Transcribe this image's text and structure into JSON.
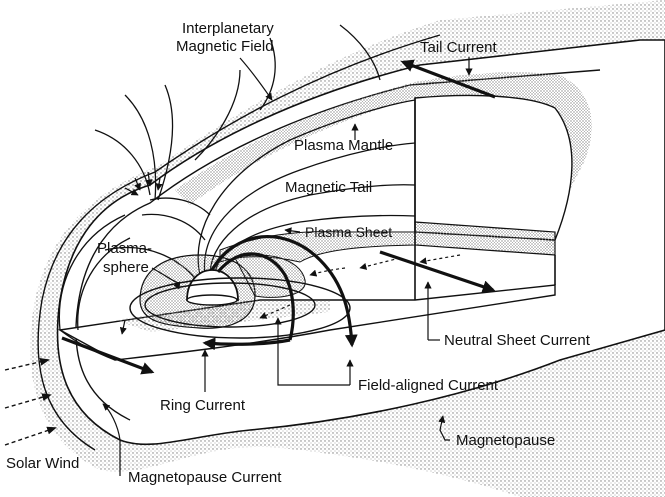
{
  "labels": {
    "interplanetary_1": "Interplanetary",
    "interplanetary_2": "Magnetic Field",
    "tail_current": "Tail Current",
    "plasma_mantle": "Plasma Mantle",
    "magnetic_tail": "Magnetic Tail",
    "plasma_sheet": "Plasma Sheet",
    "plasmasphere_1": "Plasma-",
    "plasmasphere_2": "sphere",
    "neutral_sheet_current": "Neutral Sheet Current",
    "field_aligned_current": "Field-aligned Current",
    "ring_current": "Ring Current",
    "magnetopause": "Magnetopause",
    "solar_wind": "Solar Wind",
    "magnetopause_current": "Magnetopause Current"
  },
  "colors": {
    "ink": "#111111",
    "paper": "#ffffff",
    "stipple": "#9a9a9a"
  }
}
